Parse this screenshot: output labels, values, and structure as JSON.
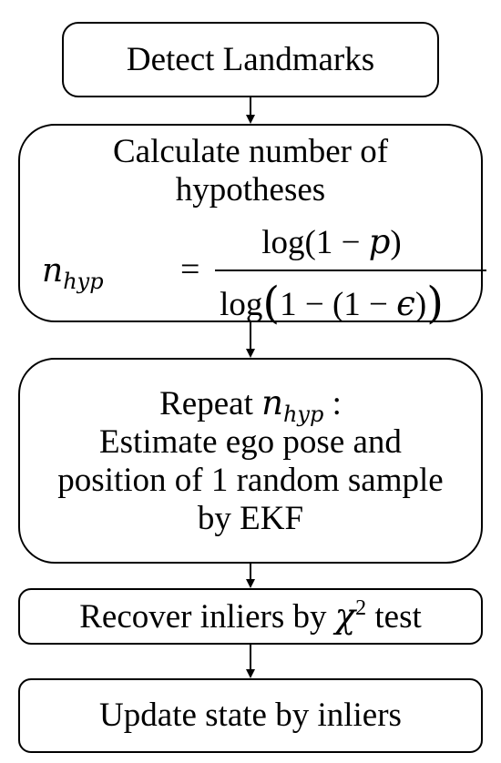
{
  "steps": {
    "detect": {
      "label": "Detect Landmarks"
    },
    "calculate": {
      "line1": "Calculate number of",
      "line2": "hypotheses",
      "formula": {
        "lhs_var": "n",
        "lhs_sub": "hyp",
        "eq": "=",
        "numerator_a": "log(1 −",
        "numerator_var": "p",
        "numerator_b": ")",
        "denominator_a": "log",
        "denominator_b": "1 − (1 −",
        "denominator_var": "ϵ",
        "denominator_c": ")",
        "paren_open": "(",
        "paren_close": ")"
      }
    },
    "repeat": {
      "prefix": "Repeat",
      "var": "n",
      "sub": "hyp",
      "suffix": ":",
      "line2": "Estimate ego pose and",
      "line3": "position of 1 random sample",
      "line4": "by EKF"
    },
    "recover": {
      "prefix": "Recover inliers by",
      "var": "χ",
      "sup": "2",
      "suffix": "test"
    },
    "update": {
      "label": "Update state by inliers"
    }
  }
}
